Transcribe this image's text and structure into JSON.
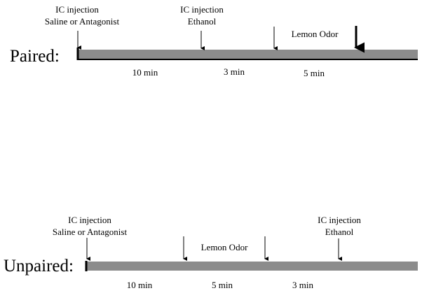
{
  "paired": {
    "label": "Paired:",
    "events": [
      {
        "line1": "IC injection",
        "line2": "Saline or Antagonist"
      },
      {
        "line1": "IC injection",
        "line2": "Ethanol"
      },
      {
        "line1": "Lemon Odor"
      }
    ],
    "intervals": [
      "10 min",
      "3 min",
      "5 min"
    ]
  },
  "unpaired": {
    "label": "Unpaired:",
    "events": [
      {
        "line1": "IC injection",
        "line2": "Saline or Antagonist"
      },
      {
        "line1": "Lemon Odor"
      },
      {
        "line1": "IC injection",
        "line2": "Ethanol"
      }
    ],
    "intervals": [
      "10 min",
      "5 min",
      "3 min"
    ]
  },
  "colors": {
    "bar": "#8c8c8c",
    "ink": "#000000"
  }
}
